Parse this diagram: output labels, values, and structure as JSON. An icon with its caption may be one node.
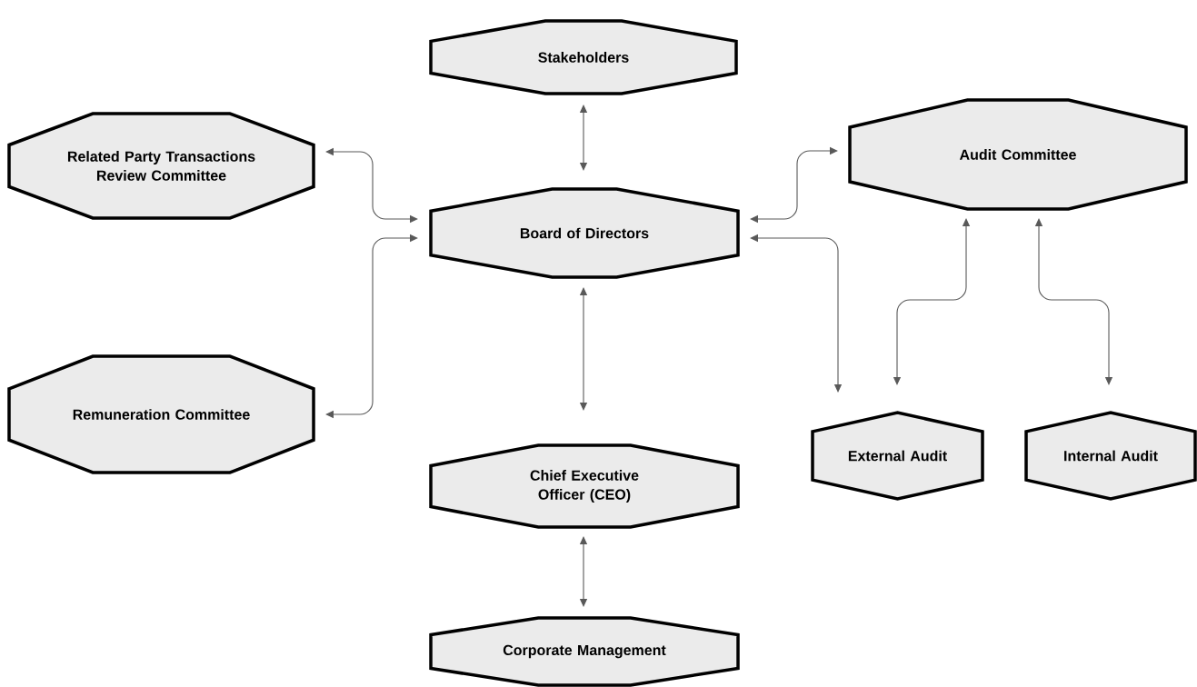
{
  "diagram": {
    "nodes": [
      {
        "text": [
          "Stakeholders"
        ]
      },
      {
        "text": [
          "Related Party Transactions Review Committee"
        ]
      },
      {
        "text": [
          "Audit Committee"
        ]
      },
      {
        "text": [
          "Board of Directors"
        ]
      },
      {
        "text": [
          "Remuneration Committee"
        ]
      },
      {
        "text": [
          "Chief Executive Officer (CEO)"
        ]
      },
      {
        "text": [
          "External Audit"
        ]
      },
      {
        "text": [
          "Internal Audit"
        ]
      },
      {
        "text": [
          "Corporate Management"
        ]
      }
    ],
    "edges": [
      {
        "from": 0,
        "to": 3,
        "arrow": "both"
      },
      {
        "from": 1,
        "to": 3,
        "arrow": "both"
      },
      {
        "from": 3,
        "to": 2,
        "arrow": "both"
      },
      {
        "from": 4,
        "to": 3,
        "arrow": "both"
      },
      {
        "from": 3,
        "to": 6,
        "arrow": "both"
      },
      {
        "from": 2,
        "to": 6,
        "arrow": "both"
      },
      {
        "from": 2,
        "to": 7,
        "arrow": "both"
      },
      {
        "from": 3,
        "to": 5,
        "arrow": "both"
      },
      {
        "from": 5,
        "to": 8,
        "arrow": "both"
      }
    ]
  }
}
